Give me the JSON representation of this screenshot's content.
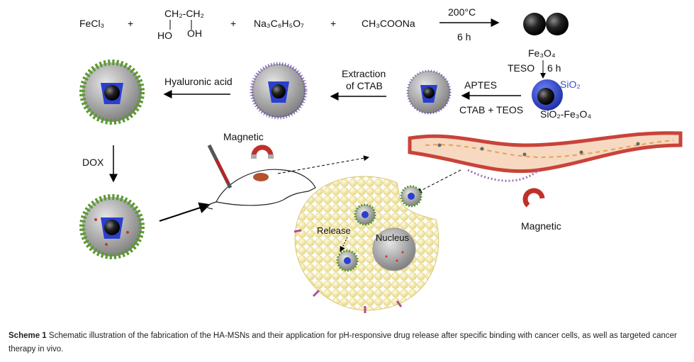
{
  "reaction": {
    "reagent1": "FeCl₃",
    "plus": "+",
    "reagent2_top": "CH₂-CH₂",
    "reagent2_ho": "HO",
    "reagent2_oh": "OH",
    "reagent3": "Na₃C₆H₅O₇",
    "reagent4": "CH₃COONa",
    "condition_temp": "200°C",
    "condition_time": "6 h"
  },
  "steps": {
    "fe3o4": "Fe₃O₄",
    "teso": "TESO",
    "teso_time": "6 h",
    "sio2": "SiO₂",
    "sio2_fe3o4": "SiO₂-Fe₃O₄",
    "aptes": "APTES",
    "ctab_teos": "CTAB + TEOS",
    "extraction_1": "Extraction",
    "extraction_2": "of CTAB",
    "hyaluronic": "Hyaluronic acid",
    "dox": "DOX"
  },
  "invivo": {
    "magnetic_top": "Magnetic",
    "magnetic_right": "Magnetic",
    "release": "Release",
    "nucleus": "Nucleus"
  },
  "caption": {
    "label": "Scheme 1",
    "text": " Schematic illustration of the fabrication of the HA-MSNs and their application for pH-responsive drug release after specific binding with cancer cells, as well as targeted cancer therapy in vivo."
  },
  "colors": {
    "silica_blue": "#3a4fd0",
    "ha_green": "#5a9a2e",
    "ctab_purple": "#6a3fb0",
    "cell_yellow": "#f4eaa6",
    "vessel_red": "#c9433a"
  }
}
